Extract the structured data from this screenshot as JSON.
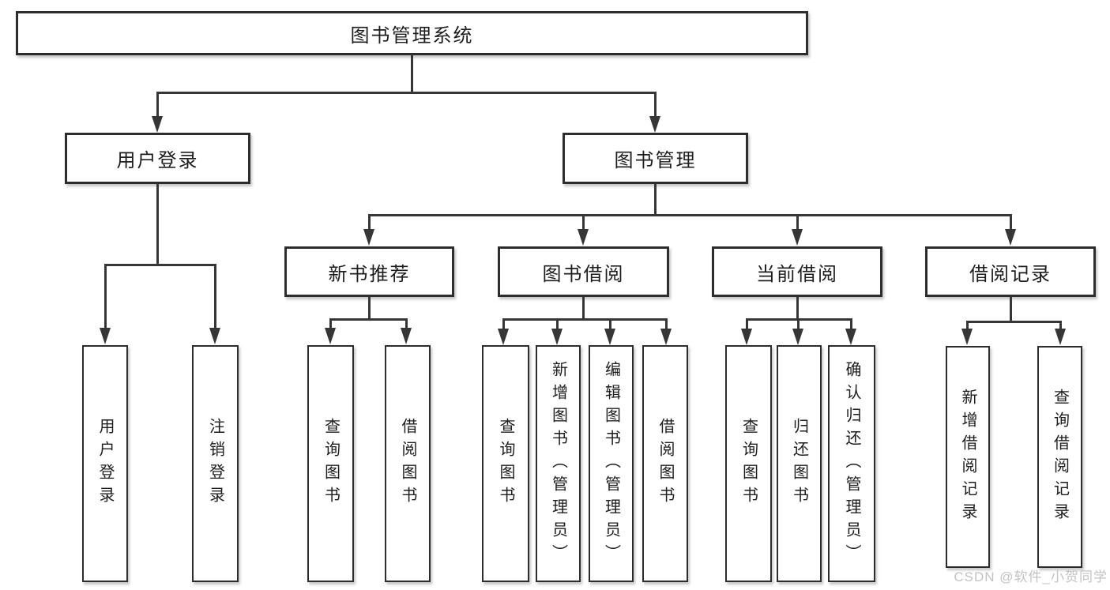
{
  "diagram": {
    "nodes": {
      "root": "图书管理系统",
      "user_login": "用户登录",
      "book_mgmt": "图书管理",
      "new_books": "新书推荐",
      "book_borrow": "图书借阅",
      "current_borrow": "当前借阅",
      "borrow_records": "借阅记录"
    },
    "leaves": {
      "user_login": [
        "用户登录",
        "注销登录"
      ],
      "new_books": [
        "查询图书",
        "借阅图书"
      ],
      "book_borrow": [
        "查询图书",
        "新增图书（管理员）",
        "编辑图书（管理员）",
        "借阅图书"
      ],
      "current_borrow": [
        "查询图书",
        "归还图书",
        "确认归还（管理员）"
      ],
      "borrow_records": [
        "新增借阅记录",
        "查询借阅记录"
      ]
    },
    "watermark": "CSDN @软件_小贺同学",
    "colors": {
      "line": "#363636",
      "box_border": "#2d2d2d",
      "text": "#1d1d1d",
      "watermark": "#c3c3c3",
      "background": "#ffffff"
    }
  }
}
